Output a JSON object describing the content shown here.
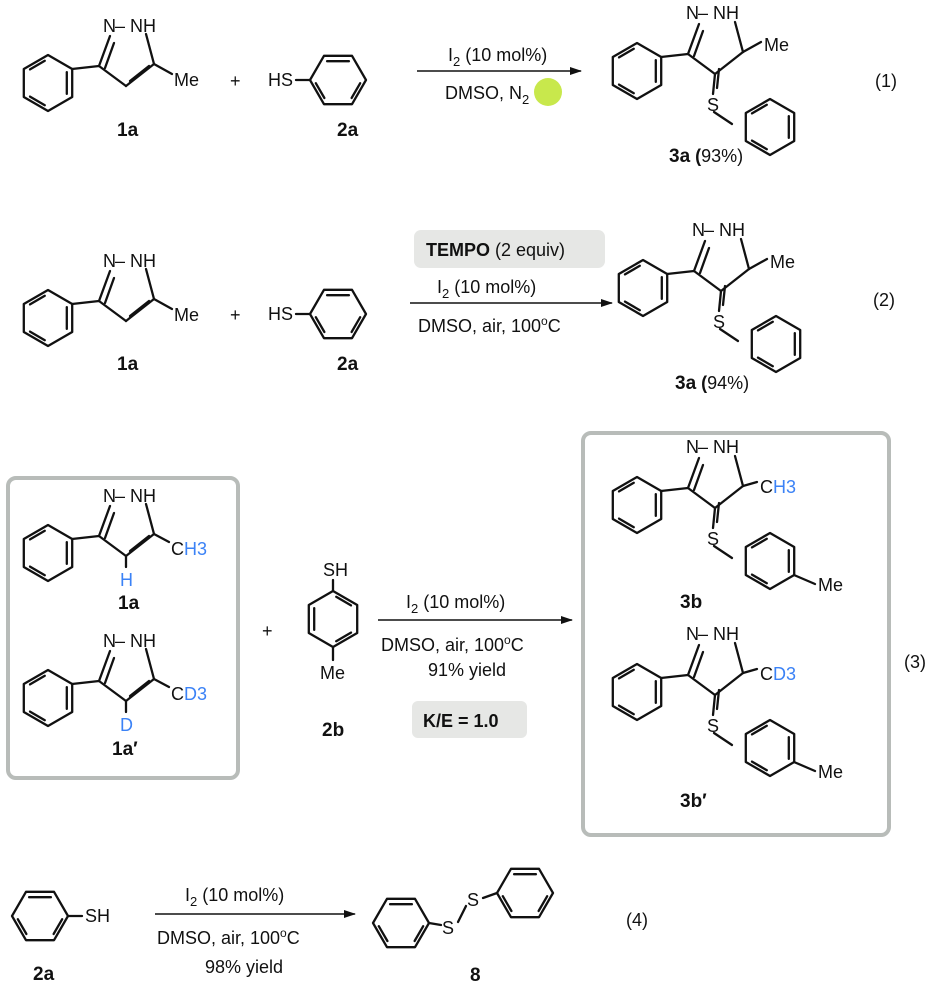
{
  "colors": {
    "isotope_label": "#3b82f6",
    "box_border": "#b8bcb9",
    "highlight_bg": "#e6e7e5",
    "n2_highlight": "#c8e84c"
  },
  "labels": {
    "1a": "1a",
    "1a_prime": "1a′",
    "2a": "2a",
    "2b": "2b",
    "3a": "3a",
    "3b": "3b",
    "3b_prime": "3b′",
    "8": "8"
  },
  "atoms": {
    "N": "N",
    "NH": "NH",
    "Me": "Me",
    "HS": "HS",
    "SH": "SH",
    "S": "S",
    "H": "H",
    "D": "D",
    "C": "C",
    "H3": "H3",
    "D3": "D3",
    "plus": "+"
  },
  "reactions": {
    "r1": {
      "number": "(1)",
      "reagent_i2": "I",
      "reagent_i2_sub": "2",
      "reagent_i2_rest": " (10 mol%)",
      "cond_prefix": "DMSO, ",
      "cond_n": "N",
      "cond_n_sub": "2",
      "yield_label": "3a",
      "yield_open": " (",
      "yield_val": "93%)"
    },
    "r2": {
      "number": "(2)",
      "additive_bold": "TEMPO",
      "additive_rest": " (2 equiv)",
      "reagent_i2": "I",
      "reagent_i2_sub": "2",
      "reagent_i2_rest": " (10 mol%)",
      "cond": "DMSO, air, 100",
      "cond_sup": "o",
      "cond_unit": "C",
      "yield_label": "3a",
      "yield_open": " (",
      "yield_val": "94%)"
    },
    "r3": {
      "number": "(3)",
      "reagent_i2": "I",
      "reagent_i2_sub": "2",
      "reagent_i2_rest": " (10 mol%)",
      "cond": "DMSO, air, 100",
      "cond_sup": "o",
      "cond_unit": "C",
      "yield": "91% yield",
      "ke": "K/E = 1.0"
    },
    "r4": {
      "number": "(4)",
      "reagent_i2": "I",
      "reagent_i2_sub": "2",
      "reagent_i2_rest": " (10 mol%)",
      "cond": "DMSO, air, 100",
      "cond_sup": "o",
      "cond_unit": "C",
      "yield": "98% yield"
    }
  }
}
